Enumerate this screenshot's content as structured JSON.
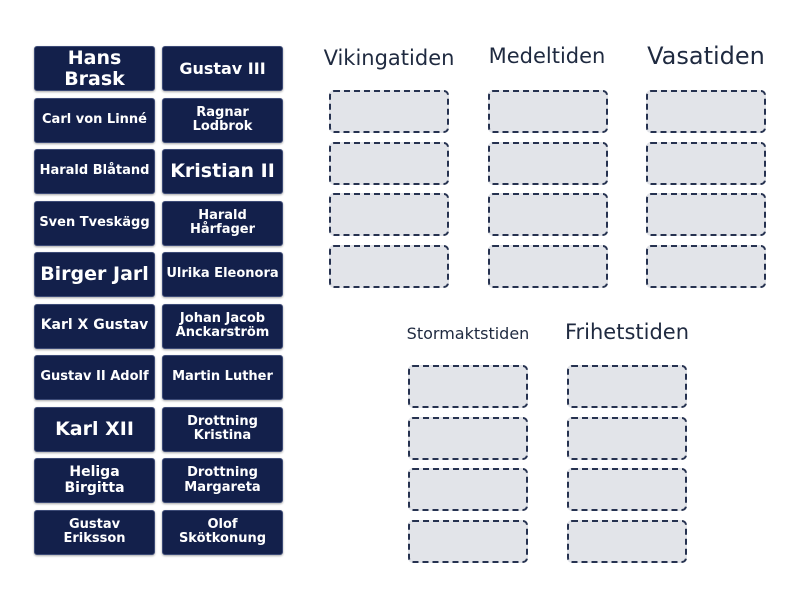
{
  "tiles": [
    "Hans Brask",
    "Gustav III",
    "Carl von Linné",
    "Ragnar Lodbrok",
    "Harald Blåtand",
    "Kristian II",
    "Sven Tveskägg",
    "Harald Hårfager",
    "Birger Jarl",
    "Ulrika Eleonora",
    "Karl X Gustav",
    "Johan Jacob Anckarström",
    "Gustav II Adolf",
    "Martin Luther",
    "Karl XII",
    "Drottning Kristina",
    "Heliga Birgitta",
    "Drottning Margareta",
    "Gustav Eriksson",
    "Olof Skötkonung"
  ],
  "categories": [
    {
      "title": "Vikingatiden",
      "slots": 4
    },
    {
      "title": "Medeltiden",
      "slots": 4
    },
    {
      "title": "Vasatiden",
      "slots": 4
    },
    {
      "title": "Stormaktstiden",
      "slots": 4
    },
    {
      "title": "Frihetstiden",
      "slots": 4
    }
  ]
}
